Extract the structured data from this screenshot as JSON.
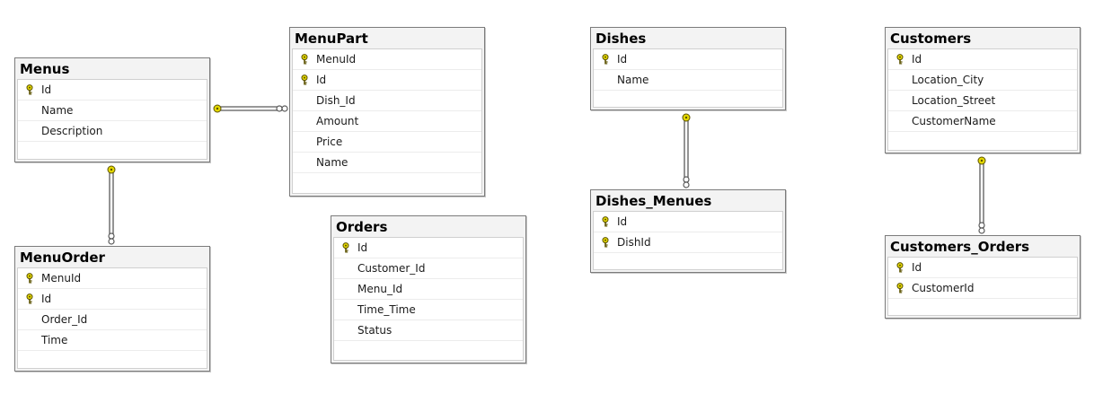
{
  "colors": {
    "key": "#e5d900",
    "key_stroke": "#5b5200",
    "connector": "#5a5a5a"
  },
  "tables": [
    {
      "id": "menus",
      "name": "Menus",
      "columns": [
        {
          "name": "Id",
          "key": true
        },
        {
          "name": "Name",
          "key": false
        },
        {
          "name": "Description",
          "key": false
        }
      ]
    },
    {
      "id": "menupart",
      "name": "MenuPart",
      "columns": [
        {
          "name": "MenuId",
          "key": true
        },
        {
          "name": "Id",
          "key": true
        },
        {
          "name": "Dish_Id",
          "key": false
        },
        {
          "name": "Amount",
          "key": false
        },
        {
          "name": "Price",
          "key": false
        },
        {
          "name": "Name",
          "key": false
        }
      ]
    },
    {
      "id": "menuorder",
      "name": "MenuOrder",
      "columns": [
        {
          "name": "MenuId",
          "key": true
        },
        {
          "name": "Id",
          "key": true
        },
        {
          "name": "Order_Id",
          "key": false
        },
        {
          "name": "Time",
          "key": false
        }
      ]
    },
    {
      "id": "orders",
      "name": "Orders",
      "columns": [
        {
          "name": "Id",
          "key": true
        },
        {
          "name": "Customer_Id",
          "key": false
        },
        {
          "name": "Menu_Id",
          "key": false
        },
        {
          "name": "Time_Time",
          "key": false
        },
        {
          "name": "Status",
          "key": false
        }
      ]
    },
    {
      "id": "dishes",
      "name": "Dishes",
      "columns": [
        {
          "name": "Id",
          "key": true
        },
        {
          "name": "Name",
          "key": false
        }
      ]
    },
    {
      "id": "dishes_menues",
      "name": "Dishes_Menues",
      "columns": [
        {
          "name": "Id",
          "key": true
        },
        {
          "name": "DishId",
          "key": true
        }
      ]
    },
    {
      "id": "customers",
      "name": "Customers",
      "columns": [
        {
          "name": "Id",
          "key": true
        },
        {
          "name": "Location_City",
          "key": false
        },
        {
          "name": "Location_Street",
          "key": false
        },
        {
          "name": "CustomerName",
          "key": false
        }
      ]
    },
    {
      "id": "customers_orders",
      "name": "Customers_Orders",
      "columns": [
        {
          "name": "Id",
          "key": true
        },
        {
          "name": "CustomerId",
          "key": true
        }
      ]
    }
  ],
  "relationships": [
    {
      "from": "menus",
      "to": "menupart",
      "one_end": "menus",
      "many_end": "menupart"
    },
    {
      "from": "menus",
      "to": "menuorder",
      "one_end": "menus",
      "many_end": "menuorder"
    },
    {
      "from": "dishes",
      "to": "dishes_menues",
      "one_end": "dishes",
      "many_end": "dishes_menues"
    },
    {
      "from": "customers",
      "to": "customers_orders",
      "one_end": "customers",
      "many_end": "customers_orders"
    }
  ]
}
